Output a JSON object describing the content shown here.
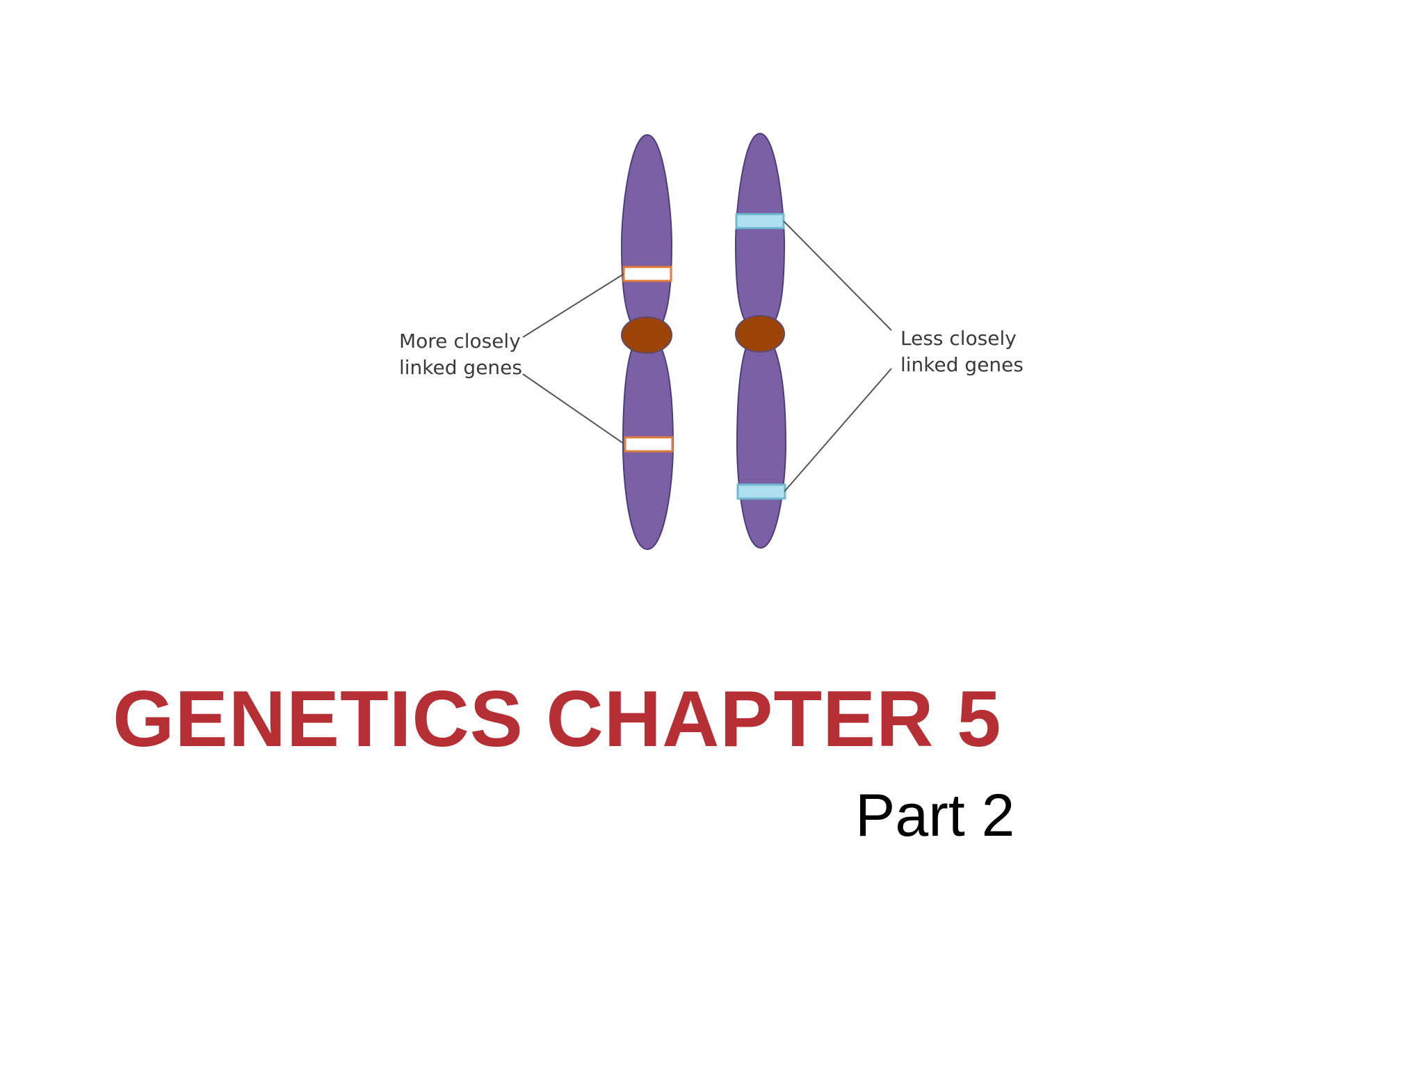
{
  "slide": {
    "title": "GENETICS CHAPTER 5",
    "subtitle": "Part 2"
  },
  "diagram": {
    "left_label": {
      "line1": "More closely",
      "line2": "linked genes"
    },
    "right_label": {
      "line1": "Less closely",
      "line2": "linked genes"
    }
  },
  "colors": {
    "chromosome": "#7b60a6",
    "chromosome_outline": "#4a3f7a",
    "centromere": "#9c4306",
    "close_gene_band": "#ffffff",
    "close_gene_outline": "#e07b39",
    "far_gene_band": "#aee0ef",
    "far_gene_outline": "#6fb8cf",
    "title": "#b52f34"
  }
}
